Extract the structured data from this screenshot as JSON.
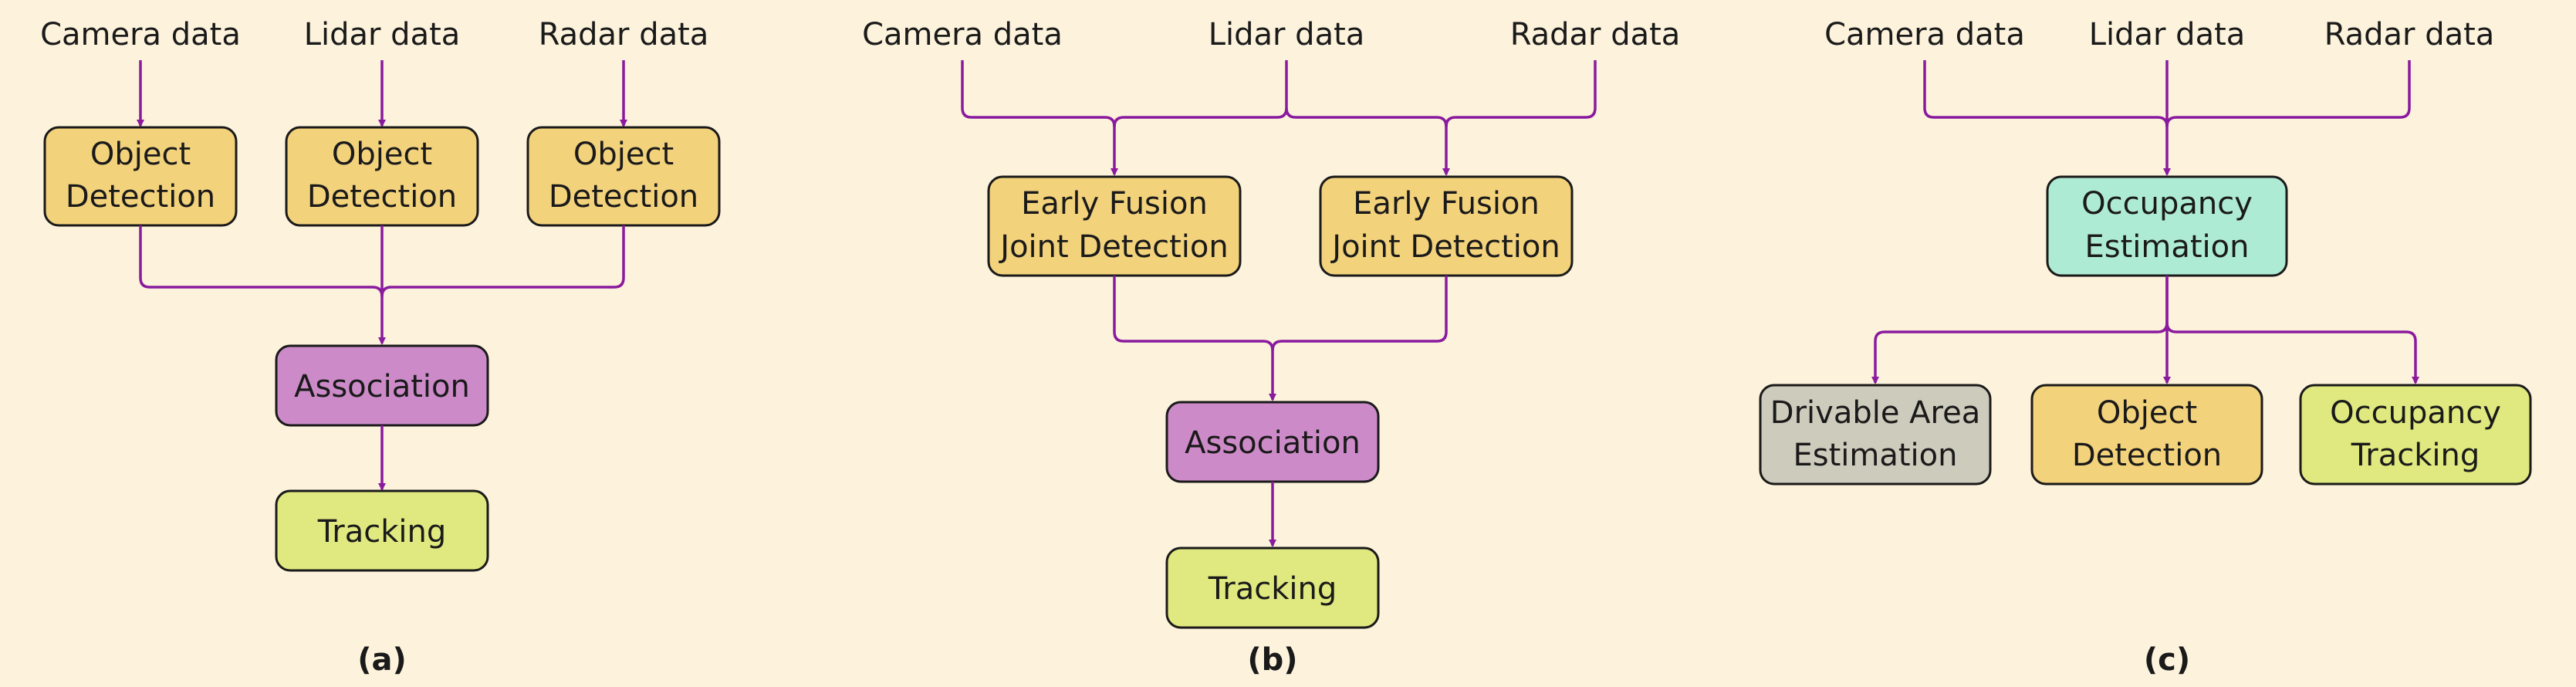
{
  "colors": {
    "background": "#fdf3dc",
    "edge": "#8a1a9e",
    "detection": "#f3d27c",
    "association": "#cc8bc8",
    "tracking": "#e0e97f",
    "occupancy_estimation": "#aeebd4",
    "drivable_area": "#cdcbbc",
    "border": "#1a1a1a"
  },
  "panel_a": {
    "inputs": [
      "Camera data",
      "Lidar data",
      "Radar data"
    ],
    "detectors": [
      [
        "Object",
        "Detection"
      ],
      [
        "Object",
        "Detection"
      ],
      [
        "Object",
        "Detection"
      ]
    ],
    "association": "Association",
    "tracking": "Tracking",
    "caption": "(a)"
  },
  "panel_b": {
    "inputs": [
      "Camera data",
      "Lidar data",
      "Radar data"
    ],
    "fusion": [
      [
        "Early Fusion",
        "Joint Detection"
      ],
      [
        "Early Fusion",
        "Joint Detection"
      ]
    ],
    "association": "Association",
    "tracking": "Tracking",
    "caption": "(b)"
  },
  "panel_c": {
    "inputs": [
      "Camera data",
      "Lidar data",
      "Radar data"
    ],
    "occupancy": [
      "Occupancy",
      "Estimation"
    ],
    "outputs": [
      [
        "Drivable Area",
        "Estimation"
      ],
      [
        "Object",
        "Detection"
      ],
      [
        "Occupancy",
        "Tracking"
      ]
    ],
    "caption": "(c)"
  }
}
